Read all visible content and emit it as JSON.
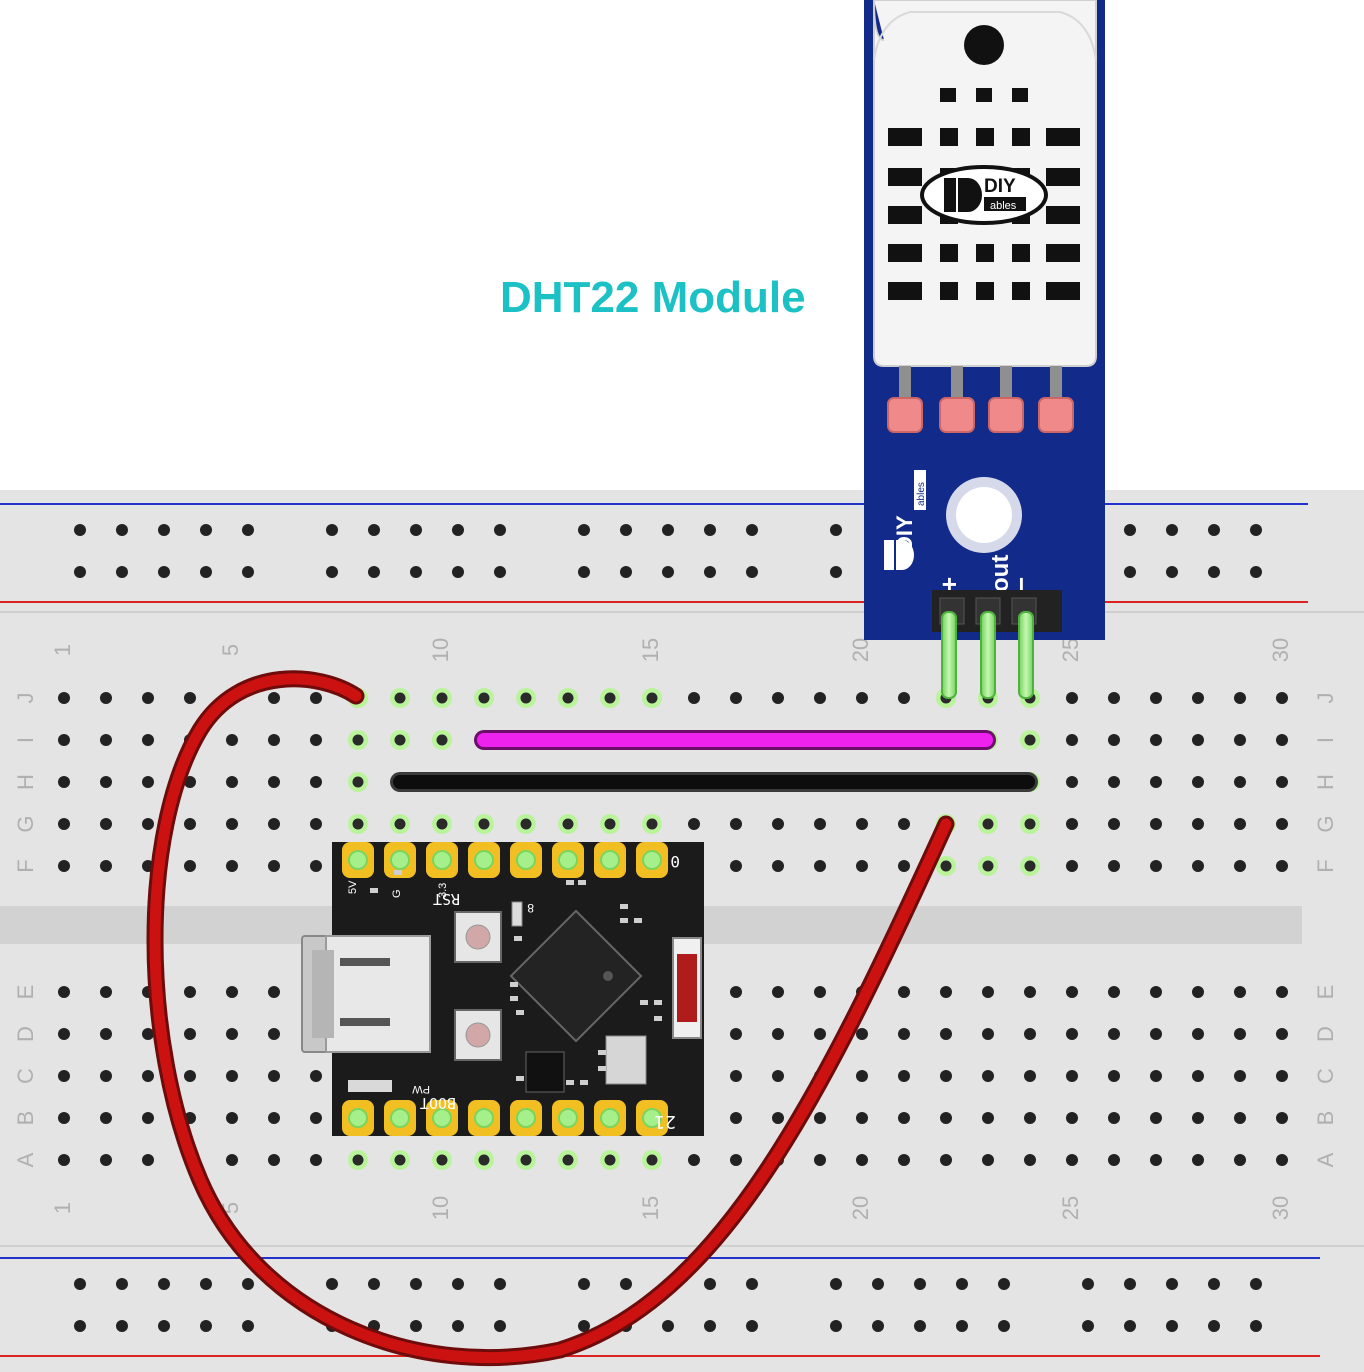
{
  "title": "DHT22 Module",
  "colors": {
    "title": "#1cc1c6",
    "breadboard": "#e4e4e4",
    "rail_blue": "#2233cc",
    "rail_red": "#dd2222",
    "module_blue": "#122a8a",
    "wire_power": "#cc1111",
    "wire_data": "#ee22ee",
    "wire_ground": "#111111",
    "pcb": "#1b1b1b",
    "pad": "#f2bf23",
    "connected_hole": "#8cea62"
  },
  "breadboard": {
    "column_numbers": [
      "1",
      "5",
      "10",
      "15",
      "20",
      "25",
      "30"
    ],
    "upper_rows": [
      "J",
      "I",
      "H",
      "G",
      "F"
    ],
    "lower_rows": [
      "E",
      "D",
      "C",
      "B",
      "A"
    ]
  },
  "module": {
    "brand_top": "DIY",
    "brand_sub": "ables",
    "pin_labels": [
      "+",
      "out",
      "−"
    ]
  },
  "board": {
    "top_labels": [
      "5V",
      "G",
      "3.3",
      "RST",
      "8",
      "0"
    ],
    "bottom_labels": [
      "BOOT",
      "PW",
      "21"
    ]
  },
  "icons": {
    "diyables-logo": "diyables-logo-icon",
    "usb": "usb-connector-icon"
  }
}
